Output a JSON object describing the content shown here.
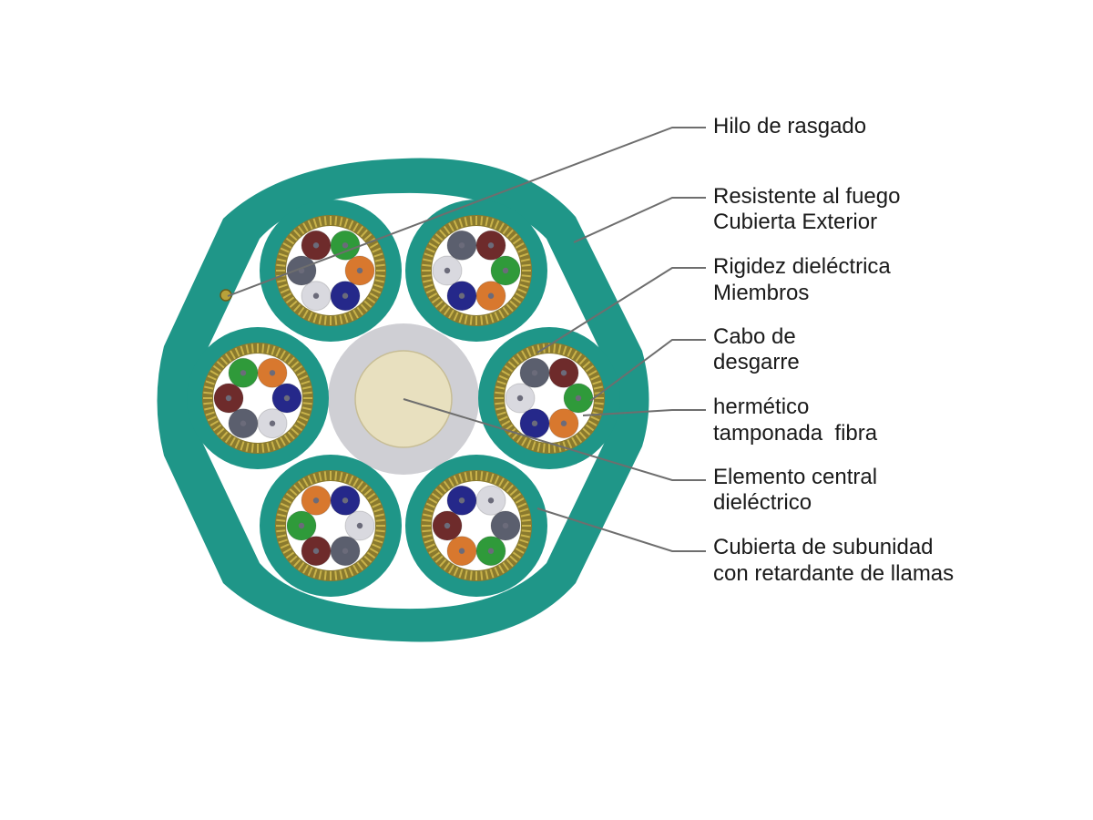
{
  "labels": {
    "rip_thread": "Hilo de rasgado",
    "outer_jacket": [
      "Resistente al fuego",
      "Cubierta Exterior"
    ],
    "strength_members": [
      "Rigidez dieléctrica",
      "Miembros"
    ],
    "ripcord": [
      "Cabo de",
      "desgarre"
    ],
    "tight_buffered_fiber": [
      "hermético",
      "tamponada  fibra"
    ],
    "central_member": [
      "Elemento central",
      "dieléctrico"
    ],
    "subunit_jacket": [
      "Cubierta de subunidad",
      "con retardante de llamas"
    ]
  },
  "colors": {
    "jacket": "#1f9688",
    "jacket_light": "#2aa596",
    "aramid": "#8a7a2e",
    "aramid_light": "#c8b24a",
    "central_outer": "#cfcfd4",
    "central_inner": "#e8e0bf",
    "fiber_palette": {
      "brown": "#6e2b2b",
      "green": "#2f9a3a",
      "orange": "#d8782e",
      "blue": "#25288a",
      "white": "#d9d9df",
      "slate": "#5b5f6e"
    }
  },
  "subunits": [
    {
      "fibers": [
        "brown",
        "green",
        "orange",
        "blue",
        "white",
        "slate"
      ]
    },
    {
      "fibers": [
        "slate",
        "brown",
        "green",
        "orange",
        "blue",
        "white"
      ]
    },
    {
      "fibers": [
        "green",
        "orange",
        "blue",
        "white",
        "slate",
        "brown"
      ]
    },
    {
      "fibers": [
        "slate",
        "brown",
        "green",
        "orange",
        "blue",
        "white"
      ]
    },
    {
      "fibers": [
        "orange",
        "blue",
        "white",
        "slate",
        "brown",
        "green"
      ]
    },
    {
      "fibers": [
        "blue",
        "white",
        "slate",
        "green",
        "orange",
        "brown"
      ]
    }
  ]
}
